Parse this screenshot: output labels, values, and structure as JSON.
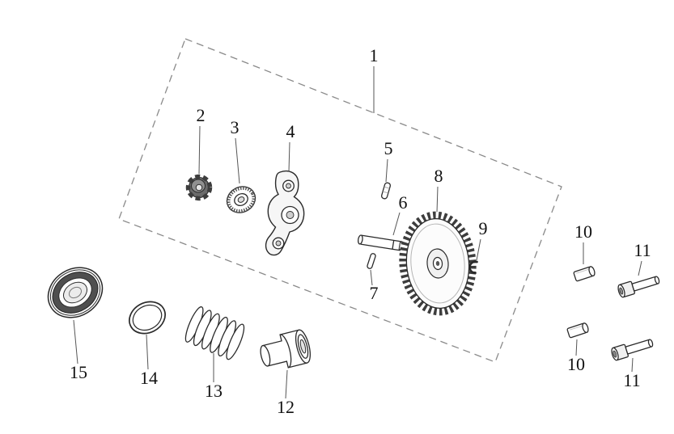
{
  "style": {
    "background": "#ffffff",
    "line_color": "#2a2a2a",
    "leader_color": "#555555",
    "dash_color": "#8a8a8a",
    "label_color": "#111111"
  },
  "callouts": {
    "c1": "1",
    "c2": "2",
    "c3": "3",
    "c4": "4",
    "c5": "5",
    "c6": "6",
    "c7": "7",
    "c8": "8",
    "c9": "9",
    "c10_top": "10",
    "c11_top": "11",
    "c10_bottom": "10",
    "c11_bottom": "11",
    "c12": "12",
    "c13": "13",
    "c14": "14",
    "c15": "15"
  }
}
